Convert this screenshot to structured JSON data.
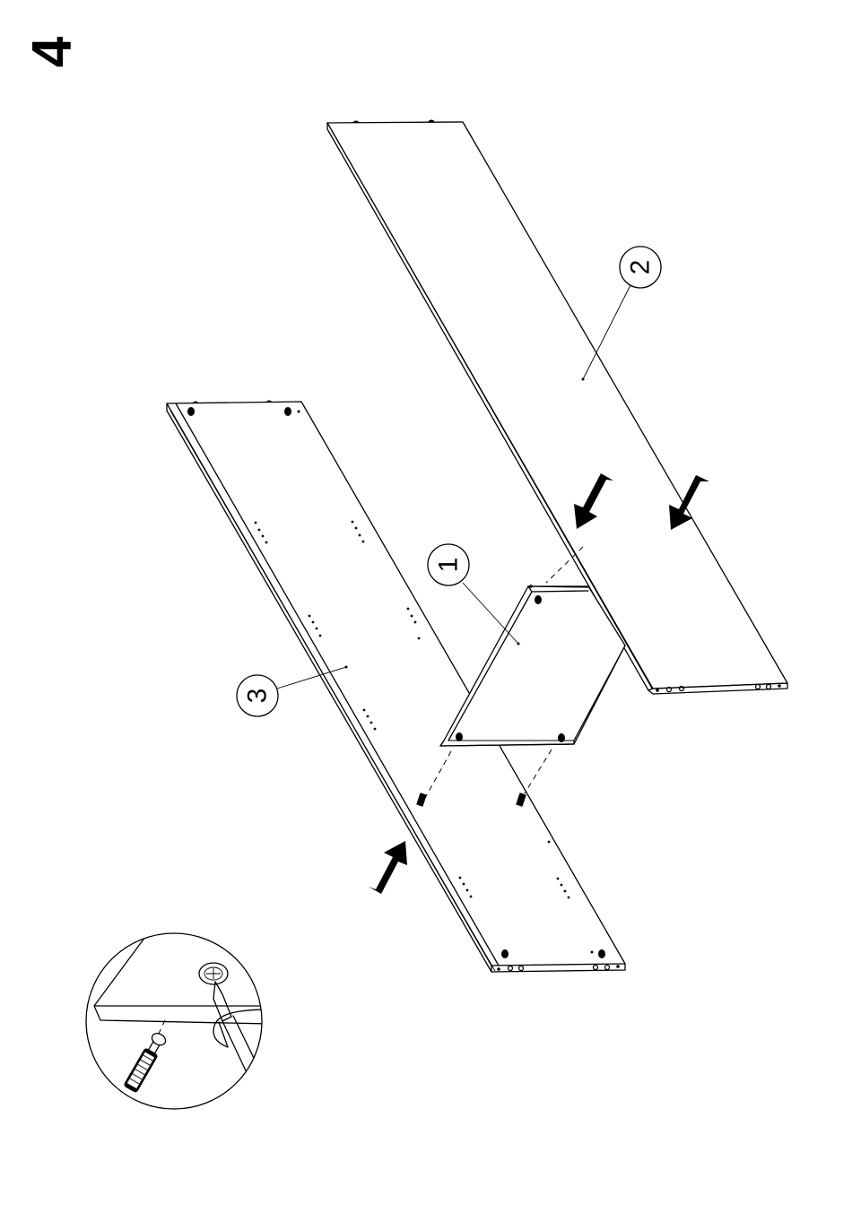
{
  "step_number": "4",
  "part_labels": {
    "p1": "1",
    "p2": "2",
    "p3": "3"
  }
}
